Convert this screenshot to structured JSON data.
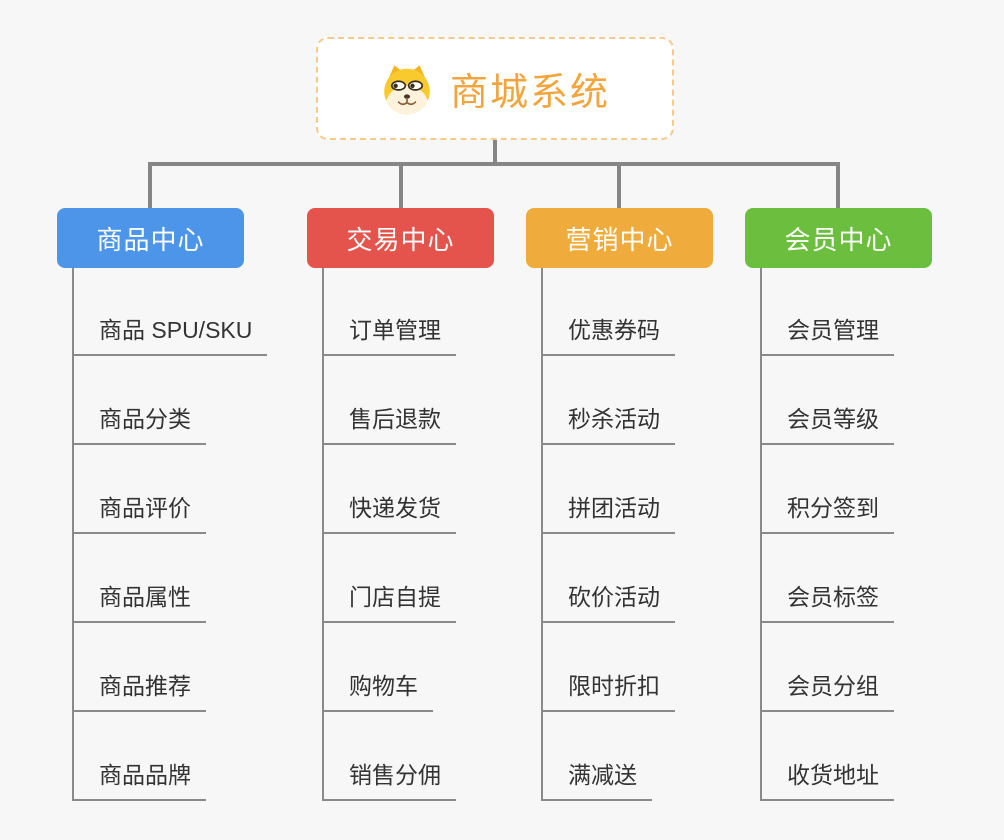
{
  "root": {
    "title": "商城系统",
    "icon": "doge-face-icon",
    "text_color": "#f2a53d",
    "border_color": "#f7c98b",
    "background": "#ffffff"
  },
  "canvas": {
    "background": "#f7f7f7",
    "connector_color": "#868686"
  },
  "branches": [
    {
      "id": "product-center",
      "label": "商品中心",
      "color": "#4d95e9",
      "children": [
        "商品 SPU/SKU",
        "商品分类",
        "商品评价",
        "商品属性",
        "商品推荐",
        "商品品牌"
      ]
    },
    {
      "id": "trade-center",
      "label": "交易中心",
      "color": "#e5534d",
      "children": [
        "订单管理",
        "售后退款",
        "快递发货",
        "门店自提",
        "购物车",
        "销售分佣"
      ]
    },
    {
      "id": "marketing-center",
      "label": "营销中心",
      "color": "#efac3c",
      "children": [
        "优惠券码",
        "秒杀活动",
        "拼团活动",
        "砍价活动",
        "限时折扣",
        "满减送"
      ]
    },
    {
      "id": "member-center",
      "label": "会员中心",
      "color": "#6cbe3f",
      "children": [
        "会员管理",
        "会员等级",
        "积分签到",
        "会员标签",
        "会员分组",
        "收货地址"
      ]
    }
  ]
}
